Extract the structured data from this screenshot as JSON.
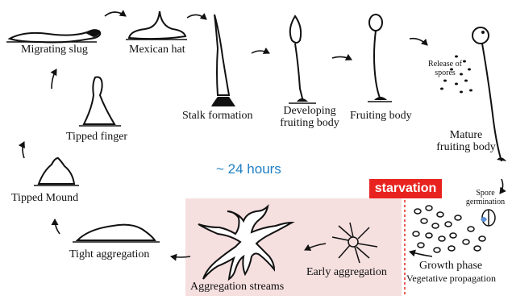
{
  "labels": {
    "migrating_slug": "Migrating slug",
    "mexican_hat": "Mexican hat",
    "stalk_formation": "Stalk formation",
    "developing_line1": "Developing",
    "developing_line2": "fruiting body",
    "fruiting_body": "Fruiting body",
    "release_line1": "Release of",
    "release_line2": "spores",
    "mature_line1": "Mature",
    "mature_line2": "fruiting body",
    "tipped_finger": "Tipped finger",
    "tipped_mound": "Tipped Mound",
    "spore_line1": "Spore",
    "spore_line2": "germination",
    "tight_aggregation": "Tight aggregation",
    "aggregation_streams": "Aggregation streams",
    "early_aggregation": "Early aggregation",
    "growth_phase": "Growth phase",
    "vegetative_propagation": "Vegetative propagation"
  },
  "timing": "~ 24 hours",
  "trigger": "starvation",
  "colors": {
    "trigger_bg": "#e8231f",
    "timing_text": "#1f7fc3",
    "aggregation_panel": "#f6dfdf",
    "ink": "#111111",
    "spore_accent": "#5b8fd6"
  }
}
